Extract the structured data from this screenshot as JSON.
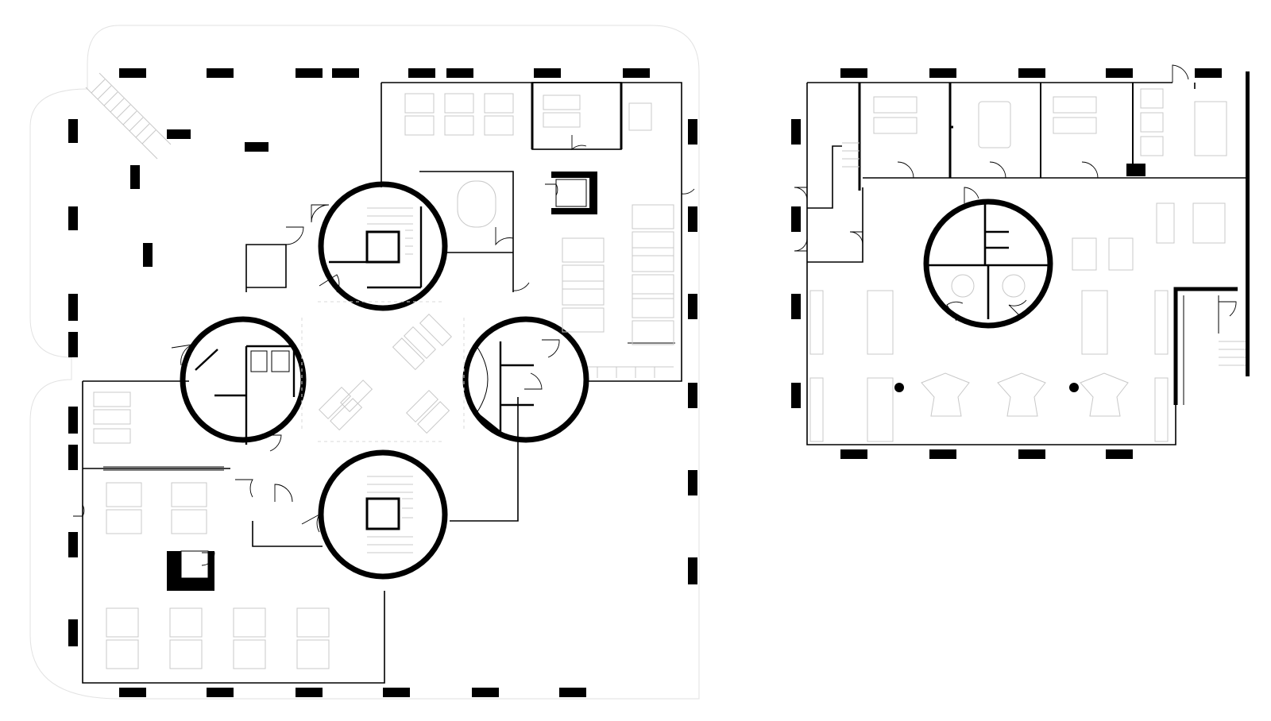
{
  "drawing": {
    "kind": "architectural floor plan",
    "plans": [
      "left-floor-plan",
      "right-floor-plan"
    ],
    "colors": {
      "walls": "#000000",
      "furniture": "#c8c8c8",
      "background": "#ffffff"
    },
    "text_labels": []
  }
}
